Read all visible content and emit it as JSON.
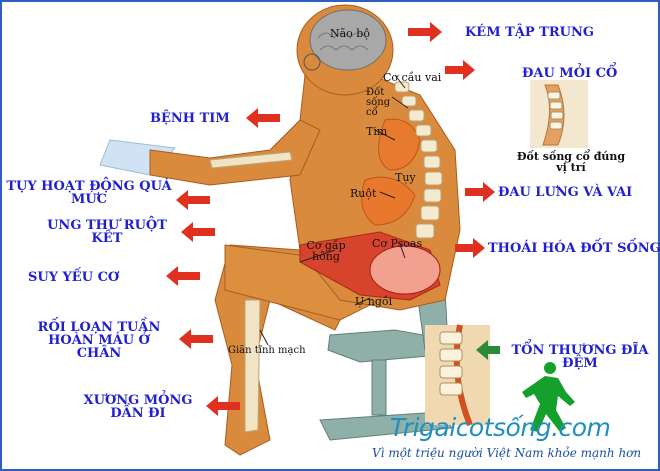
{
  "outer_labels": {
    "kem_tap_trung": "KÉM TẬP TRUNG",
    "dau_moi_co": "ĐAU MỎI CỔ",
    "dot_song_co_dung_vi_tri": "Đốt sống cổ đúng vị trí",
    "benh_tim": "BỆNH TIM",
    "tuy_hoat_dong": "TỤY HOẠT ĐỘNG QUÁ MỨC",
    "dau_lung_vai": "ĐAU LƯNG VÀ VAI",
    "ung_thu_ruot_ket": "UNG THƯ RUỘT KẾT",
    "thoai_hoa": "THOÁI HÓA ĐỐT SỐNG",
    "suy_yeu_co": "SUY YẾU CƠ",
    "roi_loan": "RỐI LOẠN TUẦN HOÀN MÁU Ở CHÂN",
    "ton_thuong": "TỔN THƯƠNG ĐĨA ĐỆM",
    "xuong_mong": "XƯƠNG MỎNG DẦN ĐI"
  },
  "body_labels": {
    "nao_bo": "Não bộ",
    "co_cau_vai": "Cơ cầu vai",
    "dot_song_co": "Đốt sống cổ",
    "tim": "Tim",
    "tuy": "Tụy",
    "ruot": "Ruột",
    "co_gap_hong": "Cơ gấp hông",
    "co_psoas": "Cơ Psoas",
    "u_ngoi": "Ụ ngồi",
    "gian_tinh_mach": "Giãn tĩnh mạch"
  },
  "watermark": {
    "brand": "Trigaicotsống.com",
    "slogan": "Vì một triệu người Việt Nam khỏe mạnh hơn"
  },
  "colors": {
    "label_blue": "#2020d0",
    "arrow_red": "#e03020",
    "skin": "#d98a3c",
    "brand": "#1f8fbf"
  }
}
